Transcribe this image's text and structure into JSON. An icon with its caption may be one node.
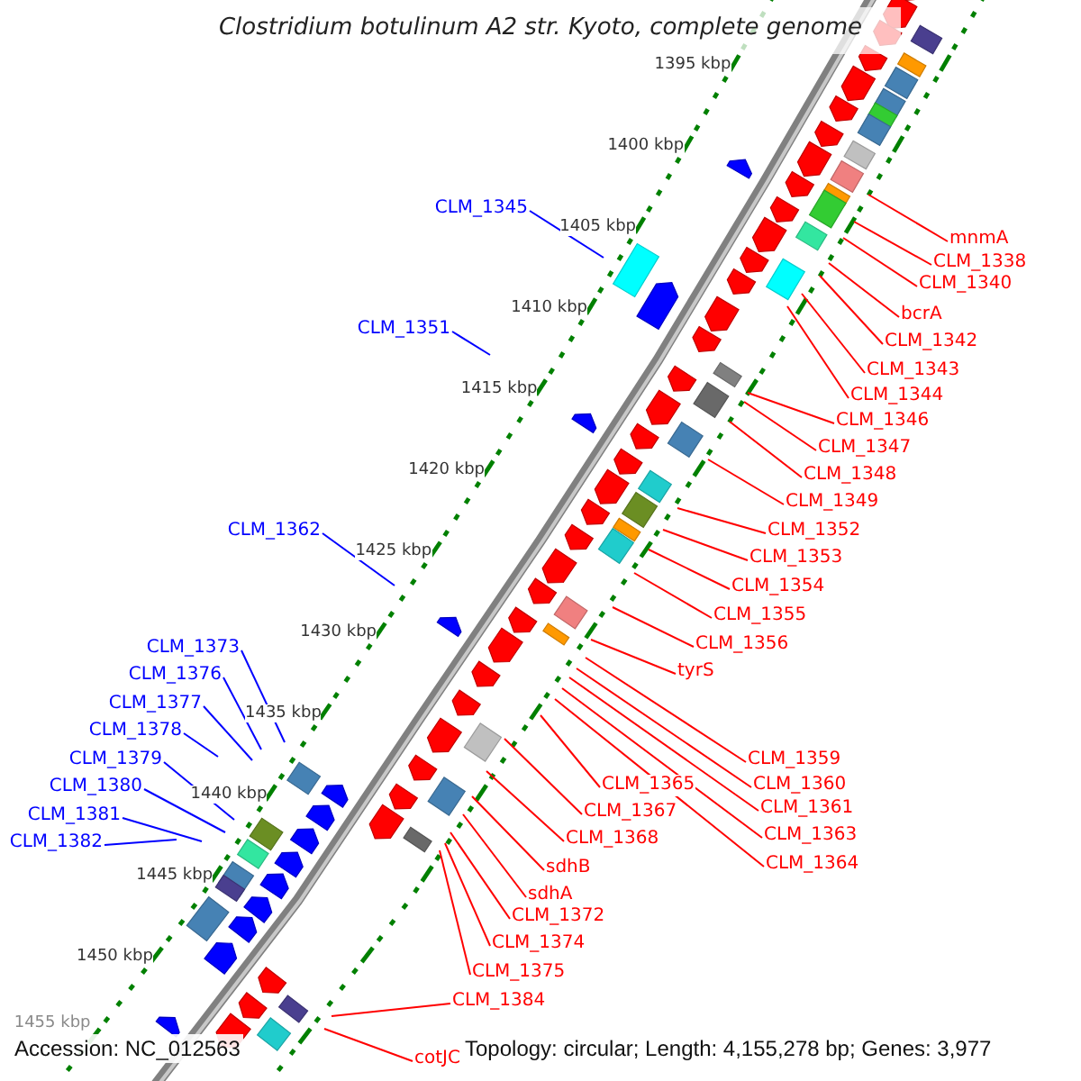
{
  "diagram": {
    "title": "Clostridium botulinum A2 str. Kyoto, complete genome",
    "nodes": [
      {
        "text": [
          "CLM_1345"
        ]
      },
      {
        "text": [
          "CLM_1351"
        ]
      },
      {
        "text": [
          "CLM_1362"
        ]
      },
      {
        "text": [
          "CLM_1373"
        ]
      },
      {
        "text": [
          "CLM_1376"
        ]
      },
      {
        "text": [
          "CLM_1377"
        ]
      },
      {
        "text": [
          "CLM_1378"
        ]
      },
      {
        "text": [
          "CLM_1379"
        ]
      },
      {
        "text": [
          "CLM_1380"
        ]
      },
      {
        "text": [
          "CLM_1381"
        ]
      },
      {
        "text": [
          "CLM_1382"
        ]
      },
      {
        "text": [
          "mnmA"
        ]
      },
      {
        "text": [
          "CLM_1338"
        ]
      },
      {
        "text": [
          "CLM_1340"
        ]
      },
      {
        "text": [
          "bcrA"
        ]
      },
      {
        "text": [
          "CLM_1342"
        ]
      },
      {
        "text": [
          "CLM_1343"
        ]
      },
      {
        "text": [
          "CLM_1344"
        ]
      },
      {
        "text": [
          "CLM_1346"
        ]
      },
      {
        "text": [
          "CLM_1347"
        ]
      },
      {
        "text": [
          "CLM_1348"
        ]
      },
      {
        "text": [
          "CLM_1349"
        ]
      },
      {
        "text": [
          "CLM_1352"
        ]
      },
      {
        "text": [
          "CLM_1353"
        ]
      },
      {
        "text": [
          "CLM_1354"
        ]
      },
      {
        "text": [
          "CLM_1355"
        ]
      },
      {
        "text": [
          "CLM_1356"
        ]
      },
      {
        "text": [
          "tyrS"
        ]
      },
      {
        "text": [
          "CLM_1359"
        ]
      },
      {
        "text": [
          "CLM_1360"
        ]
      },
      {
        "text": [
          "CLM_1361"
        ]
      },
      {
        "text": [
          "CLM_1363"
        ]
      },
      {
        "text": [
          "CLM_1364"
        ]
      },
      {
        "text": [
          "CLM_1365"
        ]
      },
      {
        "text": [
          "CLM_1367"
        ]
      },
      {
        "text": [
          "CLM_1368"
        ]
      },
      {
        "text": [
          "sdhB"
        ]
      },
      {
        "text": [
          "sdhA"
        ]
      },
      {
        "text": [
          "CLM_1372"
        ]
      },
      {
        "text": [
          "CLM_1374"
        ]
      },
      {
        "text": [
          "CLM_1375"
        ]
      },
      {
        "text": [
          "CLM_1384"
        ]
      },
      {
        "text": [
          "cotJC"
        ]
      }
    ],
    "edges": [
      {
        "from": 0,
        "to": null,
        "arrow": "none",
        "color": "#0000ff"
      },
      {
        "from": 1,
        "to": null,
        "arrow": "none",
        "color": "#0000ff"
      },
      {
        "from": 2,
        "to": null,
        "arrow": "none",
        "color": "#0000ff"
      },
      {
        "from": 3,
        "to": null,
        "arrow": "none",
        "color": "#0000ff"
      },
      {
        "from": 4,
        "to": null,
        "arrow": "none",
        "color": "#0000ff"
      },
      {
        "from": 5,
        "to": null,
        "arrow": "none",
        "color": "#0000ff"
      },
      {
        "from": 6,
        "to": null,
        "arrow": "none",
        "color": "#0000ff"
      },
      {
        "from": 7,
        "to": null,
        "arrow": "none",
        "color": "#0000ff"
      },
      {
        "from": 8,
        "to": null,
        "arrow": "none",
        "color": "#0000ff"
      },
      {
        "from": 9,
        "to": null,
        "arrow": "none",
        "color": "#0000ff"
      },
      {
        "from": 10,
        "to": null,
        "arrow": "none",
        "color": "#0000ff"
      },
      {
        "from": 11,
        "to": null,
        "arrow": "none"
      },
      {
        "from": 12,
        "to": null,
        "arrow": "none"
      },
      {
        "from": 13,
        "to": null,
        "arrow": "none"
      },
      {
        "from": 14,
        "to": null,
        "arrow": "none"
      },
      {
        "from": 15,
        "to": null,
        "arrow": "none"
      },
      {
        "from": 16,
        "to": null,
        "arrow": "none"
      },
      {
        "from": 17,
        "to": null,
        "arrow": "none"
      },
      {
        "from": 18,
        "to": null,
        "arrow": "none"
      },
      {
        "from": 19,
        "to": null,
        "arrow": "none"
      },
      {
        "from": 20,
        "to": null,
        "arrow": "none"
      },
      {
        "from": 21,
        "to": null,
        "arrow": "none"
      },
      {
        "from": 22,
        "to": null,
        "arrow": "none"
      },
      {
        "from": 23,
        "to": null,
        "arrow": "none"
      },
      {
        "from": 24,
        "to": null,
        "arrow": "none"
      },
      {
        "from": 25,
        "to": null,
        "arrow": "none"
      },
      {
        "from": 26,
        "to": null,
        "arrow": "none"
      },
      {
        "from": 27,
        "to": null,
        "arrow": "none"
      },
      {
        "from": 28,
        "to": null,
        "arrow": "none"
      },
      {
        "from": 29,
        "to": null,
        "arrow": "none"
      },
      {
        "from": 30,
        "to": null,
        "arrow": "none"
      },
      {
        "from": 31,
        "to": null,
        "arrow": "none"
      },
      {
        "from": 32,
        "to": null,
        "arrow": "none"
      },
      {
        "from": 33,
        "to": null,
        "arrow": "none"
      },
      {
        "from": 34,
        "to": null,
        "arrow": "none"
      },
      {
        "from": 35,
        "to": null,
        "arrow": "none"
      },
      {
        "from": 36,
        "to": null,
        "arrow": "none"
      },
      {
        "from": 37,
        "to": null,
        "arrow": "none"
      },
      {
        "from": 38,
        "to": null,
        "arrow": "none"
      },
      {
        "from": 39,
        "to": null,
        "arrow": "none"
      },
      {
        "from": 40,
        "to": null,
        "arrow": "none"
      },
      {
        "from": 41,
        "to": null,
        "arrow": "none"
      },
      {
        "from": 42,
        "to": null,
        "arrow": "none"
      }
    ],
    "labels": [
      "1395 kbp",
      "1400 kbp",
      "1405 kbp",
      "1410 kbp",
      "1415 kbp",
      "1420 kbp",
      "1425 kbp",
      "1430 kbp",
      "1435 kbp",
      "1440 kbp",
      "1445 kbp",
      "1450 kbp",
      "1455 kbp",
      "Accession: NC_012563",
      "Topology: circular; Length: 4,155,278 bp; Genes: 3,977"
    ]
  }
}
